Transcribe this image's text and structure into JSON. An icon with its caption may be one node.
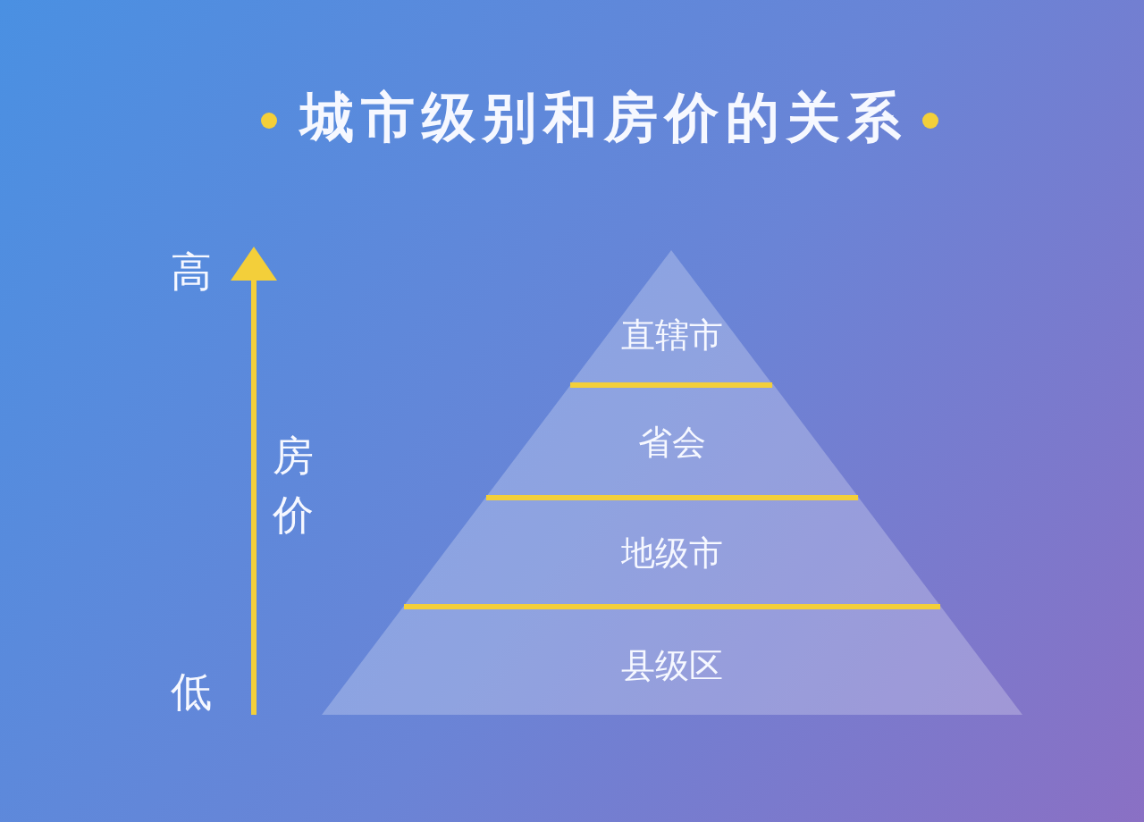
{
  "diagram": {
    "title": "城市级别和房价的关系",
    "nodes": [
      {
        "text": [
          "直辖市"
        ]
      },
      {
        "text": [
          "省会"
        ]
      },
      {
        "text": [
          "地级市"
        ]
      },
      {
        "text": [
          "县级区"
        ]
      }
    ],
    "labels": [
      "高",
      "房价",
      "低"
    ]
  }
}
